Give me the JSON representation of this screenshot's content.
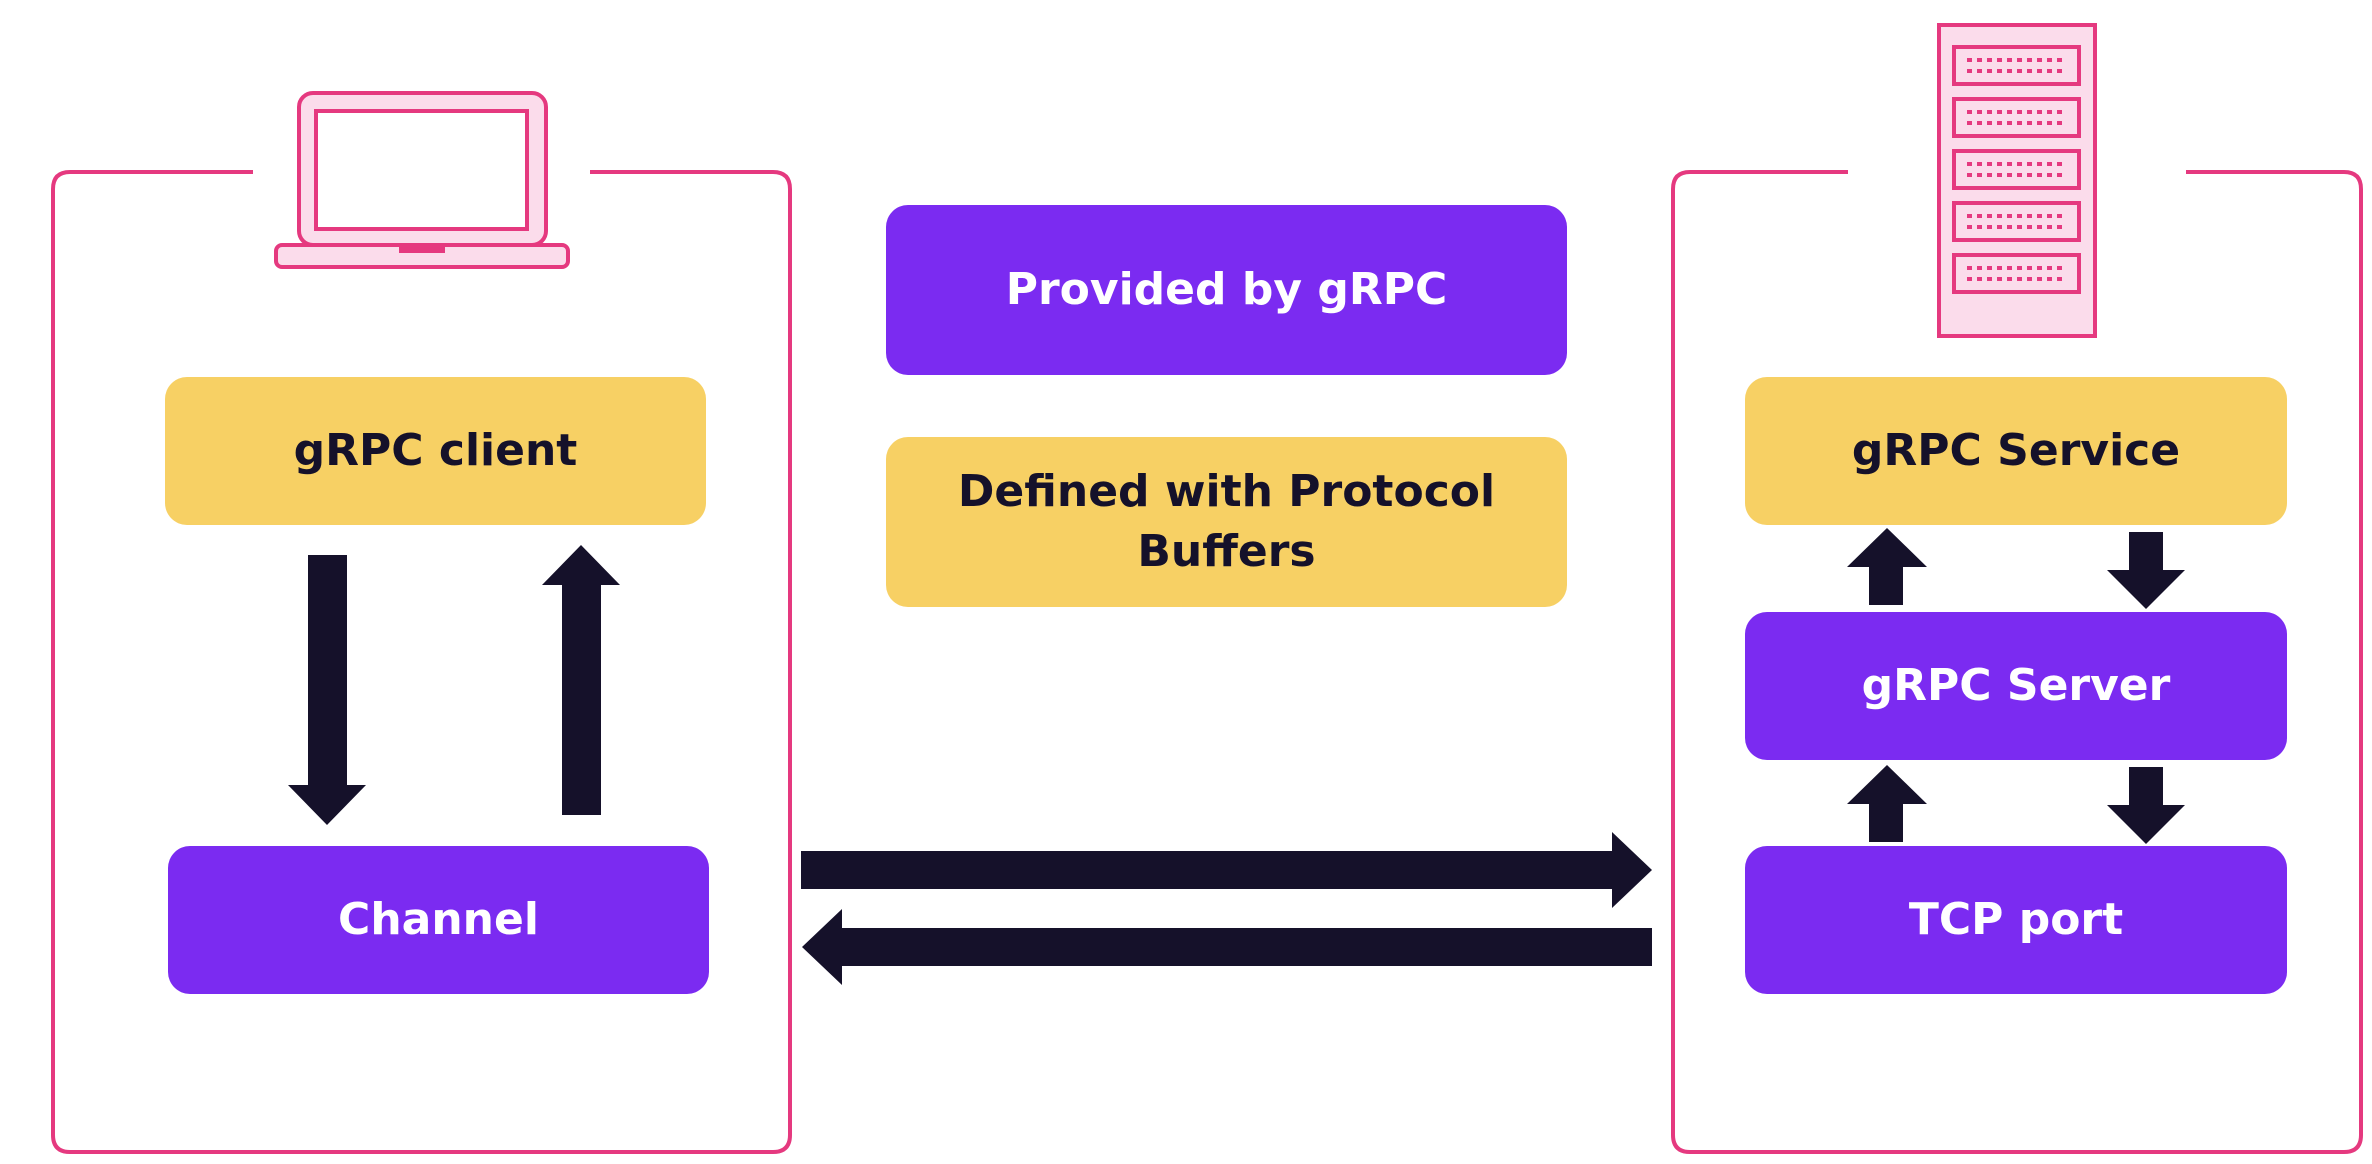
{
  "client": {
    "client_label": "gRPC client",
    "channel_label": "Channel"
  },
  "legend": {
    "provided_label": "Provided by gRPC",
    "defined_label": "Defined with Protocol Buffers"
  },
  "server": {
    "service_label": "gRPC Service",
    "server_label": "gRPC Server",
    "tcp_label": "TCP port"
  },
  "colors": {
    "frame": "#E5397F",
    "provided_by_grpc": "#7B2BF1",
    "protocol_buffers": "#F7D064",
    "arrow": "#15112A",
    "icon_fill": "#FBDCEB"
  },
  "icons": [
    "laptop-icon",
    "server-rack-icon"
  ]
}
